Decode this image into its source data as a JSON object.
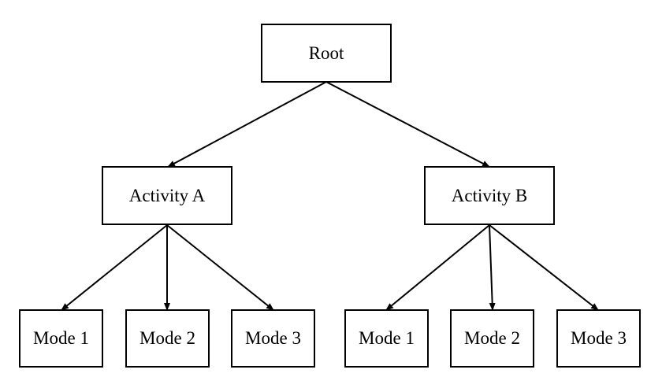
{
  "diagram": {
    "root": {
      "label": "Root"
    },
    "activities": [
      {
        "label": "Activity A",
        "modes": [
          "Mode 1",
          "Mode 2",
          "Mode 3"
        ]
      },
      {
        "label": "Activity B",
        "modes": [
          "Mode 1",
          "Mode 2",
          "Mode 3"
        ]
      }
    ],
    "colors": {
      "stroke": "#000000",
      "fill": "#ffffff",
      "text": "#000000"
    }
  }
}
